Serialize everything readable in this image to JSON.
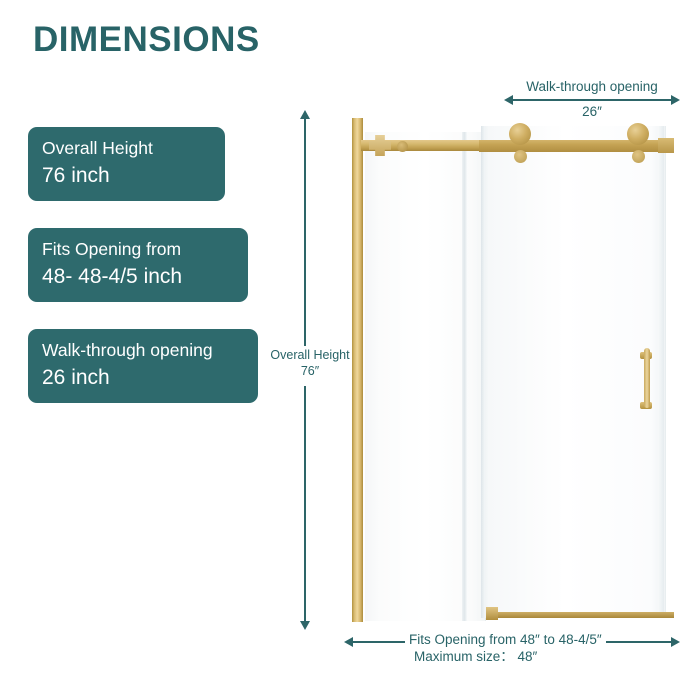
{
  "title": "DIMENSIONS",
  "theme": {
    "teal": "#2e6a6d",
    "title_color": "#286367",
    "line_color": "#2d6568",
    "gold": "#cfae62",
    "glass": "#f6f8f9"
  },
  "badges": [
    {
      "label": "Overall Height",
      "value": "76 inch"
    },
    {
      "label": "Fits Opening from",
      "value": "48- 48-4/5 inch"
    },
    {
      "label": "Walk-through opening",
      "value": "26 inch"
    }
  ],
  "diagram": {
    "top_dimension": {
      "label": "Walk-through opening",
      "value": "26″"
    },
    "vertical_dimension": {
      "label": "Overall Height",
      "value": "76″"
    },
    "bottom_dimension": {
      "label": "Fits Opening from  48″ to 48-4/5″",
      "sub": "Maximum size：  48″"
    }
  }
}
